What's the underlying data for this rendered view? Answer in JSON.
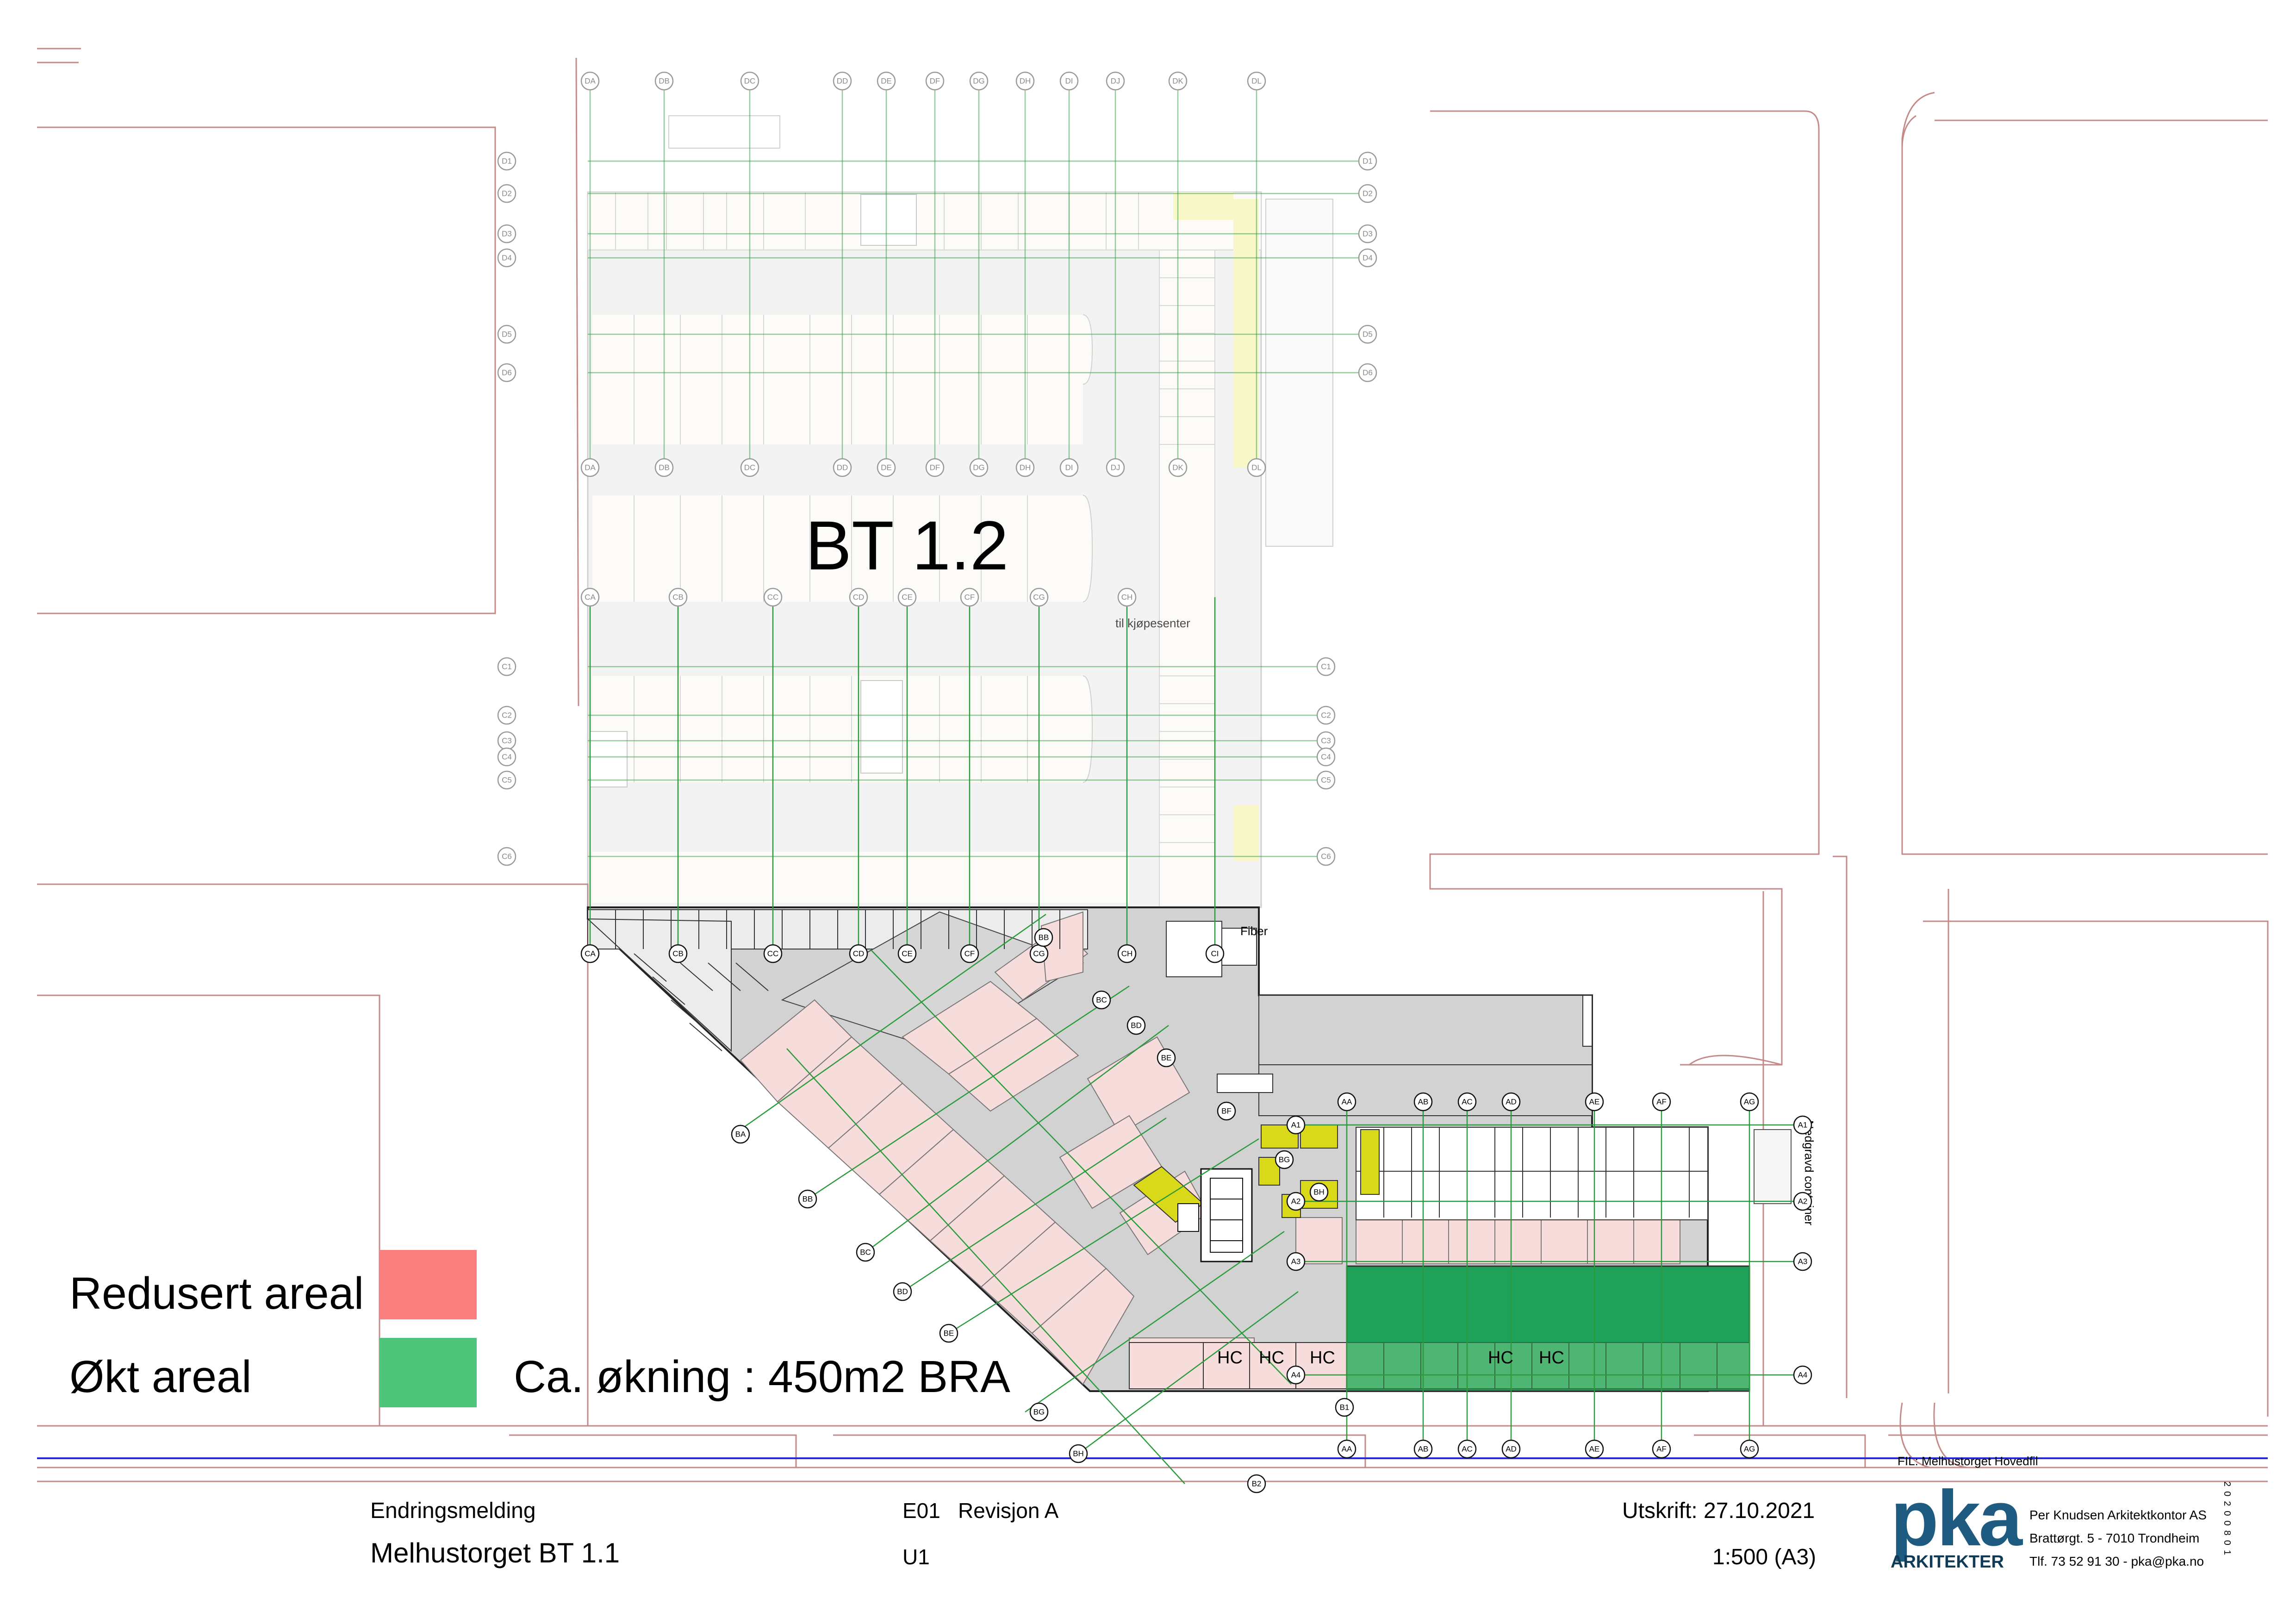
{
  "plan": {
    "building_label": "BT 1.2",
    "mall_label": "til kjøpesenter",
    "fiber_label": "Fiber",
    "container_label": "Nedgravd container",
    "hc_labels": [
      "HC",
      "HC",
      "HC",
      "HC",
      "HC"
    ],
    "road_label": "FIL: Melhustorget Hovedfil",
    "grid_top": [
      "DA",
      "DB",
      "DC",
      "DD",
      "DE",
      "DF",
      "DG",
      "DH",
      "DI",
      "DJ",
      "DK",
      "DL"
    ],
    "grid_left_rows": [
      "D1",
      "D2",
      "D3",
      "D4",
      "D5",
      "D6"
    ],
    "grid_mid_cols": [
      "CA",
      "CB",
      "CC",
      "CD",
      "CE",
      "CF",
      "CG",
      "CH"
    ],
    "grid_mid_rows": [
      "C1",
      "C2",
      "C3",
      "C4",
      "C5",
      "C6"
    ],
    "grid_low_cols": [
      "CA",
      "CB",
      "CC",
      "CD",
      "CE",
      "CF",
      "CG",
      "CH",
      "CI"
    ],
    "grid_diag": [
      "BA",
      "BB",
      "BC",
      "BD",
      "BE",
      "BG",
      "BH",
      "B1",
      "B2"
    ],
    "grid_diag_upper": [
      "BB",
      "BC",
      "BD",
      "BE",
      "BF",
      "BG",
      "BH"
    ],
    "grid_a_cols": [
      "AA",
      "AB",
      "AC",
      "AD",
      "AE",
      "AF",
      "AG"
    ],
    "grid_a_rows": [
      "A1",
      "A2",
      "A3",
      "A4"
    ]
  },
  "legend": {
    "reduced_label": "Redusert areal",
    "reduced_color": "#fc7f7f",
    "increased_label": "Økt areal",
    "increased_color": "#4fc47b",
    "increase_note": "Ca. økning : 450m2 BRA"
  },
  "title_block": {
    "type": "Endringsmelding",
    "project": "Melhustorget BT 1.1",
    "drawing_no": "E01",
    "revision": "Revisjon A",
    "level": "U1",
    "printed": "Utskrift: 27.10.2021",
    "scale": "1:500 (A3)",
    "logo_text": "pka",
    "logo_sub": "ARKITEKTER",
    "company": "Per Knudsen Arkitektkontor AS",
    "address": "Brattørgt. 5 - 7010 Trondheim",
    "contact": "Tlf. 73 52 91 30 - pka@pka.no",
    "file_no": "20200801"
  },
  "colors": {
    "site_line": "#c48a8a",
    "grid_line": "#2a9a3c",
    "road_line": "#2b2bd6",
    "floor_grey": "#b9b9b9",
    "reduced_fill": "#f7d9d9",
    "increased_fill": "#1ea25a",
    "yellow": "#d9d91a"
  }
}
